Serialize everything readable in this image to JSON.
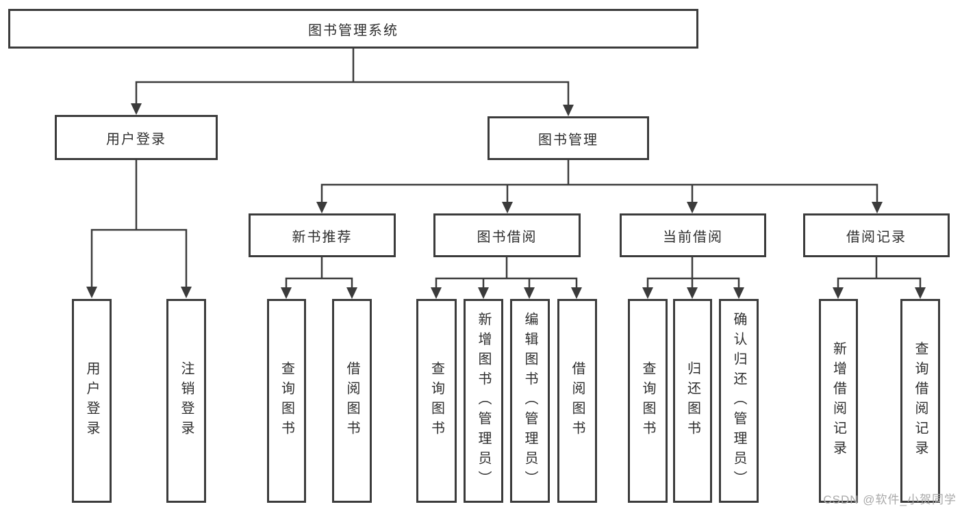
{
  "colors": {
    "line": "#3b3b3b",
    "box_border": "#3b3b3b",
    "text": "#2e2e2e",
    "background": "#ffffff",
    "watermark": "#a9a9a9"
  },
  "diagram": {
    "root": {
      "label": "图书管理系统"
    },
    "level2": {
      "user_login": {
        "label": "用户登录"
      },
      "book_mgmt": {
        "label": "图书管理"
      }
    },
    "level3": {
      "new_book_rec": {
        "label": "新书推荐"
      },
      "book_borrow": {
        "label": "图书借阅"
      },
      "current_borrow": {
        "label": "当前借阅"
      },
      "borrow_records": {
        "label": "借阅记录"
      }
    },
    "leaves": {
      "user_login": {
        "label": "用户登录"
      },
      "logout": {
        "label": "注销登录"
      },
      "rec_query": {
        "label": "查询图书"
      },
      "rec_borrow": {
        "label": "借阅图书"
      },
      "bb_query": {
        "label": "查询图书"
      },
      "bb_add": {
        "label": "新增图书（管理员）"
      },
      "bb_edit": {
        "label": "编辑图书（管理员）"
      },
      "bb_borrow": {
        "label": "借阅图书"
      },
      "cb_query": {
        "label": "查询图书"
      },
      "cb_return": {
        "label": "归还图书"
      },
      "cb_confirm": {
        "label": "确认归还（管理员）"
      },
      "br_add": {
        "label": "新增借阅记录"
      },
      "br_query": {
        "label": "查询借阅记录"
      }
    }
  },
  "watermark": {
    "text": "CSDN @软件_小贺同学"
  }
}
